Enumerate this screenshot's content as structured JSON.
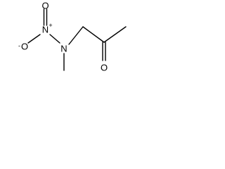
{
  "molecule": {
    "atoms": {
      "o_top": {
        "label": "O"
      },
      "n_nitro": {
        "label": "N",
        "charge": "+"
      },
      "o_minus": {
        "label": "O",
        "charge": "-"
      },
      "n_amine": {
        "label": "N"
      },
      "o_carbonyl": {
        "label": "O"
      }
    }
  }
}
